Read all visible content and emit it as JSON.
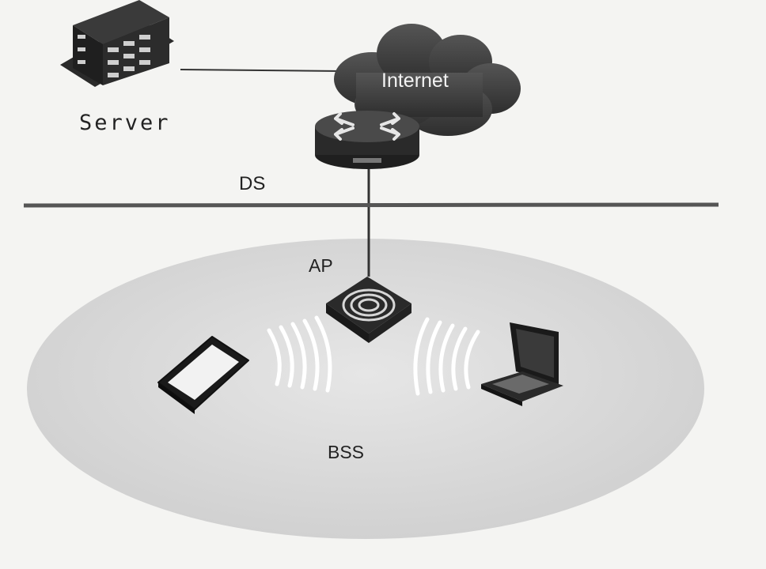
{
  "labels": {
    "server": "Server",
    "internet": "Internet",
    "ds": "DS",
    "ap": "AP",
    "bss": "BSS"
  },
  "icons": {
    "server": "server-rack-icon",
    "cloud": "cloud-icon",
    "router": "router-icon",
    "access_point": "access-point-icon",
    "phone": "smartphone-icon",
    "laptop": "laptop-icon"
  },
  "colors": {
    "background": "#f4f4f2",
    "ellipse": "#d9d9d9",
    "cloud": "#3c3c3c",
    "line": "#333333",
    "text": "#222222"
  }
}
